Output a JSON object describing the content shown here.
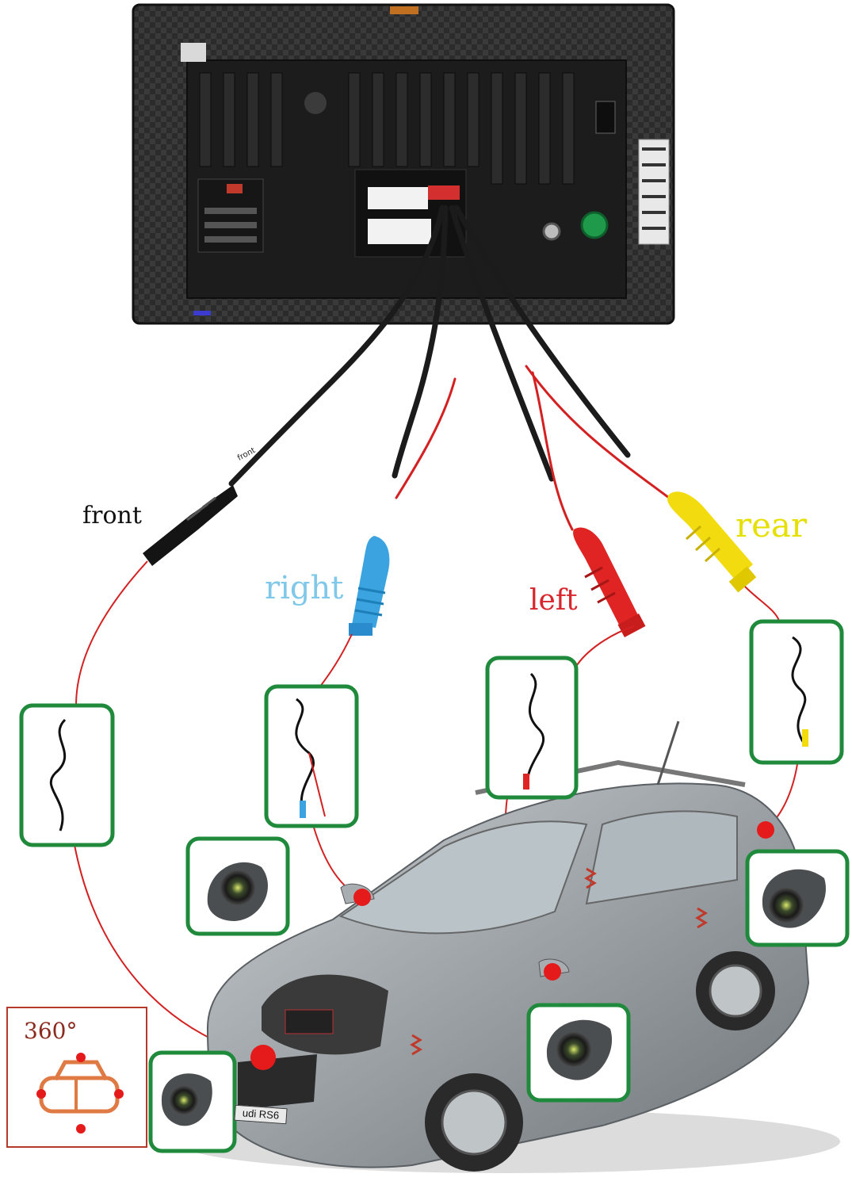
{
  "labels": {
    "front": "front",
    "right": "right",
    "left": "left",
    "rear": "rear"
  },
  "badge": {
    "text": "360°"
  },
  "cable_tag": "front",
  "car_plate": "udi RS6",
  "colors": {
    "front": "#111111",
    "right": "#7fc8ea",
    "left": "#d8262c",
    "rear": "#e6e000",
    "frame": "#1f8a3b",
    "wire": "#d42020",
    "badge": "#b33a2a"
  },
  "icons": [
    "head-unit",
    "camera-icon",
    "cable-icon",
    "car-360-icon"
  ]
}
